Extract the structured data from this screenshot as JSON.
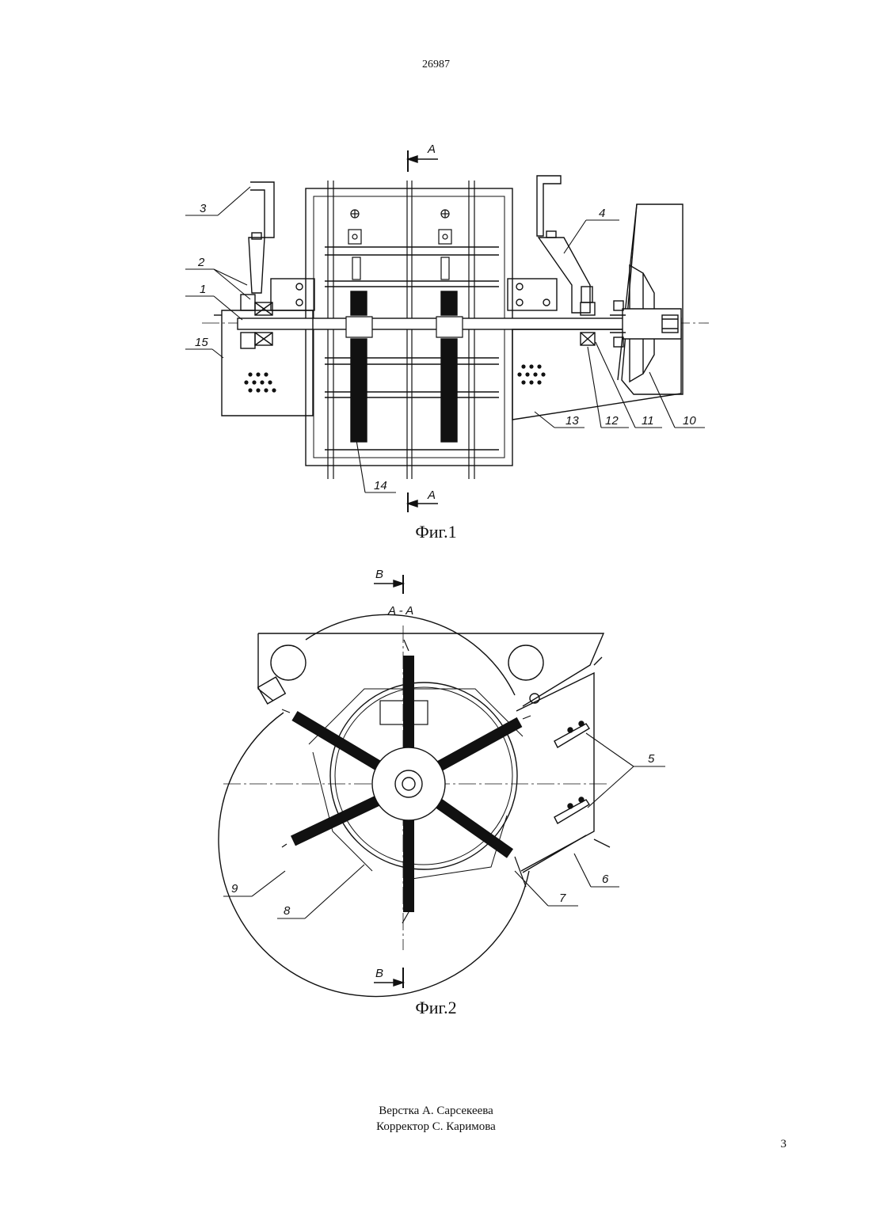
{
  "header": {
    "doc_number": "26987"
  },
  "figure1": {
    "caption": "Фиг.1",
    "section_mark": "A",
    "callouts": [
      "1",
      "2",
      "3",
      "4",
      "10",
      "11",
      "12",
      "13",
      "14",
      "15"
    ]
  },
  "figure2": {
    "caption": "Фиг.2",
    "section_title": "A - A",
    "section_mark": "B",
    "callouts": [
      "5",
      "6",
      "7",
      "8",
      "9"
    ]
  },
  "footer": {
    "layout_credit": "Верстка А. Сарсекеева",
    "proofreader_credit": "Корректор С. Каримова",
    "page_number": "3"
  }
}
